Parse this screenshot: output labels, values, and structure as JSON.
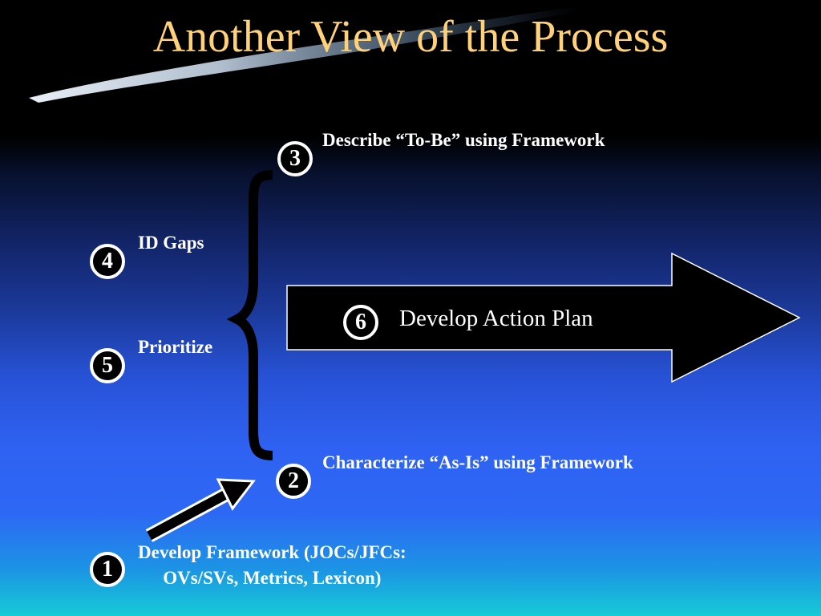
{
  "slide": {
    "title": "Another View of the Process"
  },
  "steps": [
    {
      "number": "1",
      "label_line1": "Develop Framework (JOCs/JFCs:",
      "label_line2": "OVs/SVs, Metrics, Lexicon)"
    },
    {
      "number": "2",
      "label": "Characterize “As-Is” using Framework"
    },
    {
      "number": "3",
      "label": "Describe “To-Be” using Framework"
    },
    {
      "number": "4",
      "label": "ID Gaps"
    },
    {
      "number": "5",
      "label": "Prioritize"
    },
    {
      "number": "6",
      "label": "Develop Action Plan"
    }
  ],
  "colors": {
    "title": "#ffd27a",
    "badge_fill": "#000000",
    "badge_border": "#ffffff",
    "text": "#ffffff"
  }
}
